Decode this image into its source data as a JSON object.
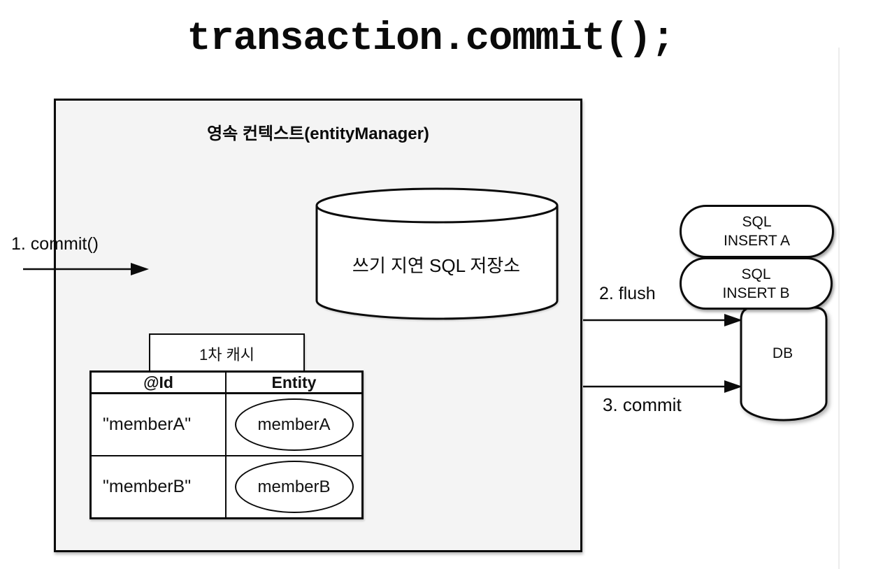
{
  "title": "transaction.commit();",
  "context_box": {
    "label": "영속 컨텍스트(entityManager)"
  },
  "sql_store": {
    "label": "쓰기 지연 SQL 저장소"
  },
  "first_level_cache": {
    "label": "1차 캐시",
    "columns": [
      "@Id",
      "Entity"
    ],
    "rows": [
      {
        "id": "\"memberA\"",
        "entity": "memberA"
      },
      {
        "id": "\"memberB\"",
        "entity": "memberB"
      }
    ]
  },
  "arrows": [
    {
      "label": "1. commit()"
    },
    {
      "label": "2. flush"
    },
    {
      "label": "3. commit"
    }
  ],
  "sql_statements": [
    {
      "line1": "SQL",
      "line2": "INSERT A"
    },
    {
      "line1": "SQL",
      "line2": "INSERT B"
    }
  ],
  "db": {
    "label": "DB"
  },
  "colors": {
    "context_fill": "#f4f4f4",
    "stroke": "#0b0b0b",
    "shape_fill": "#ffffff"
  }
}
